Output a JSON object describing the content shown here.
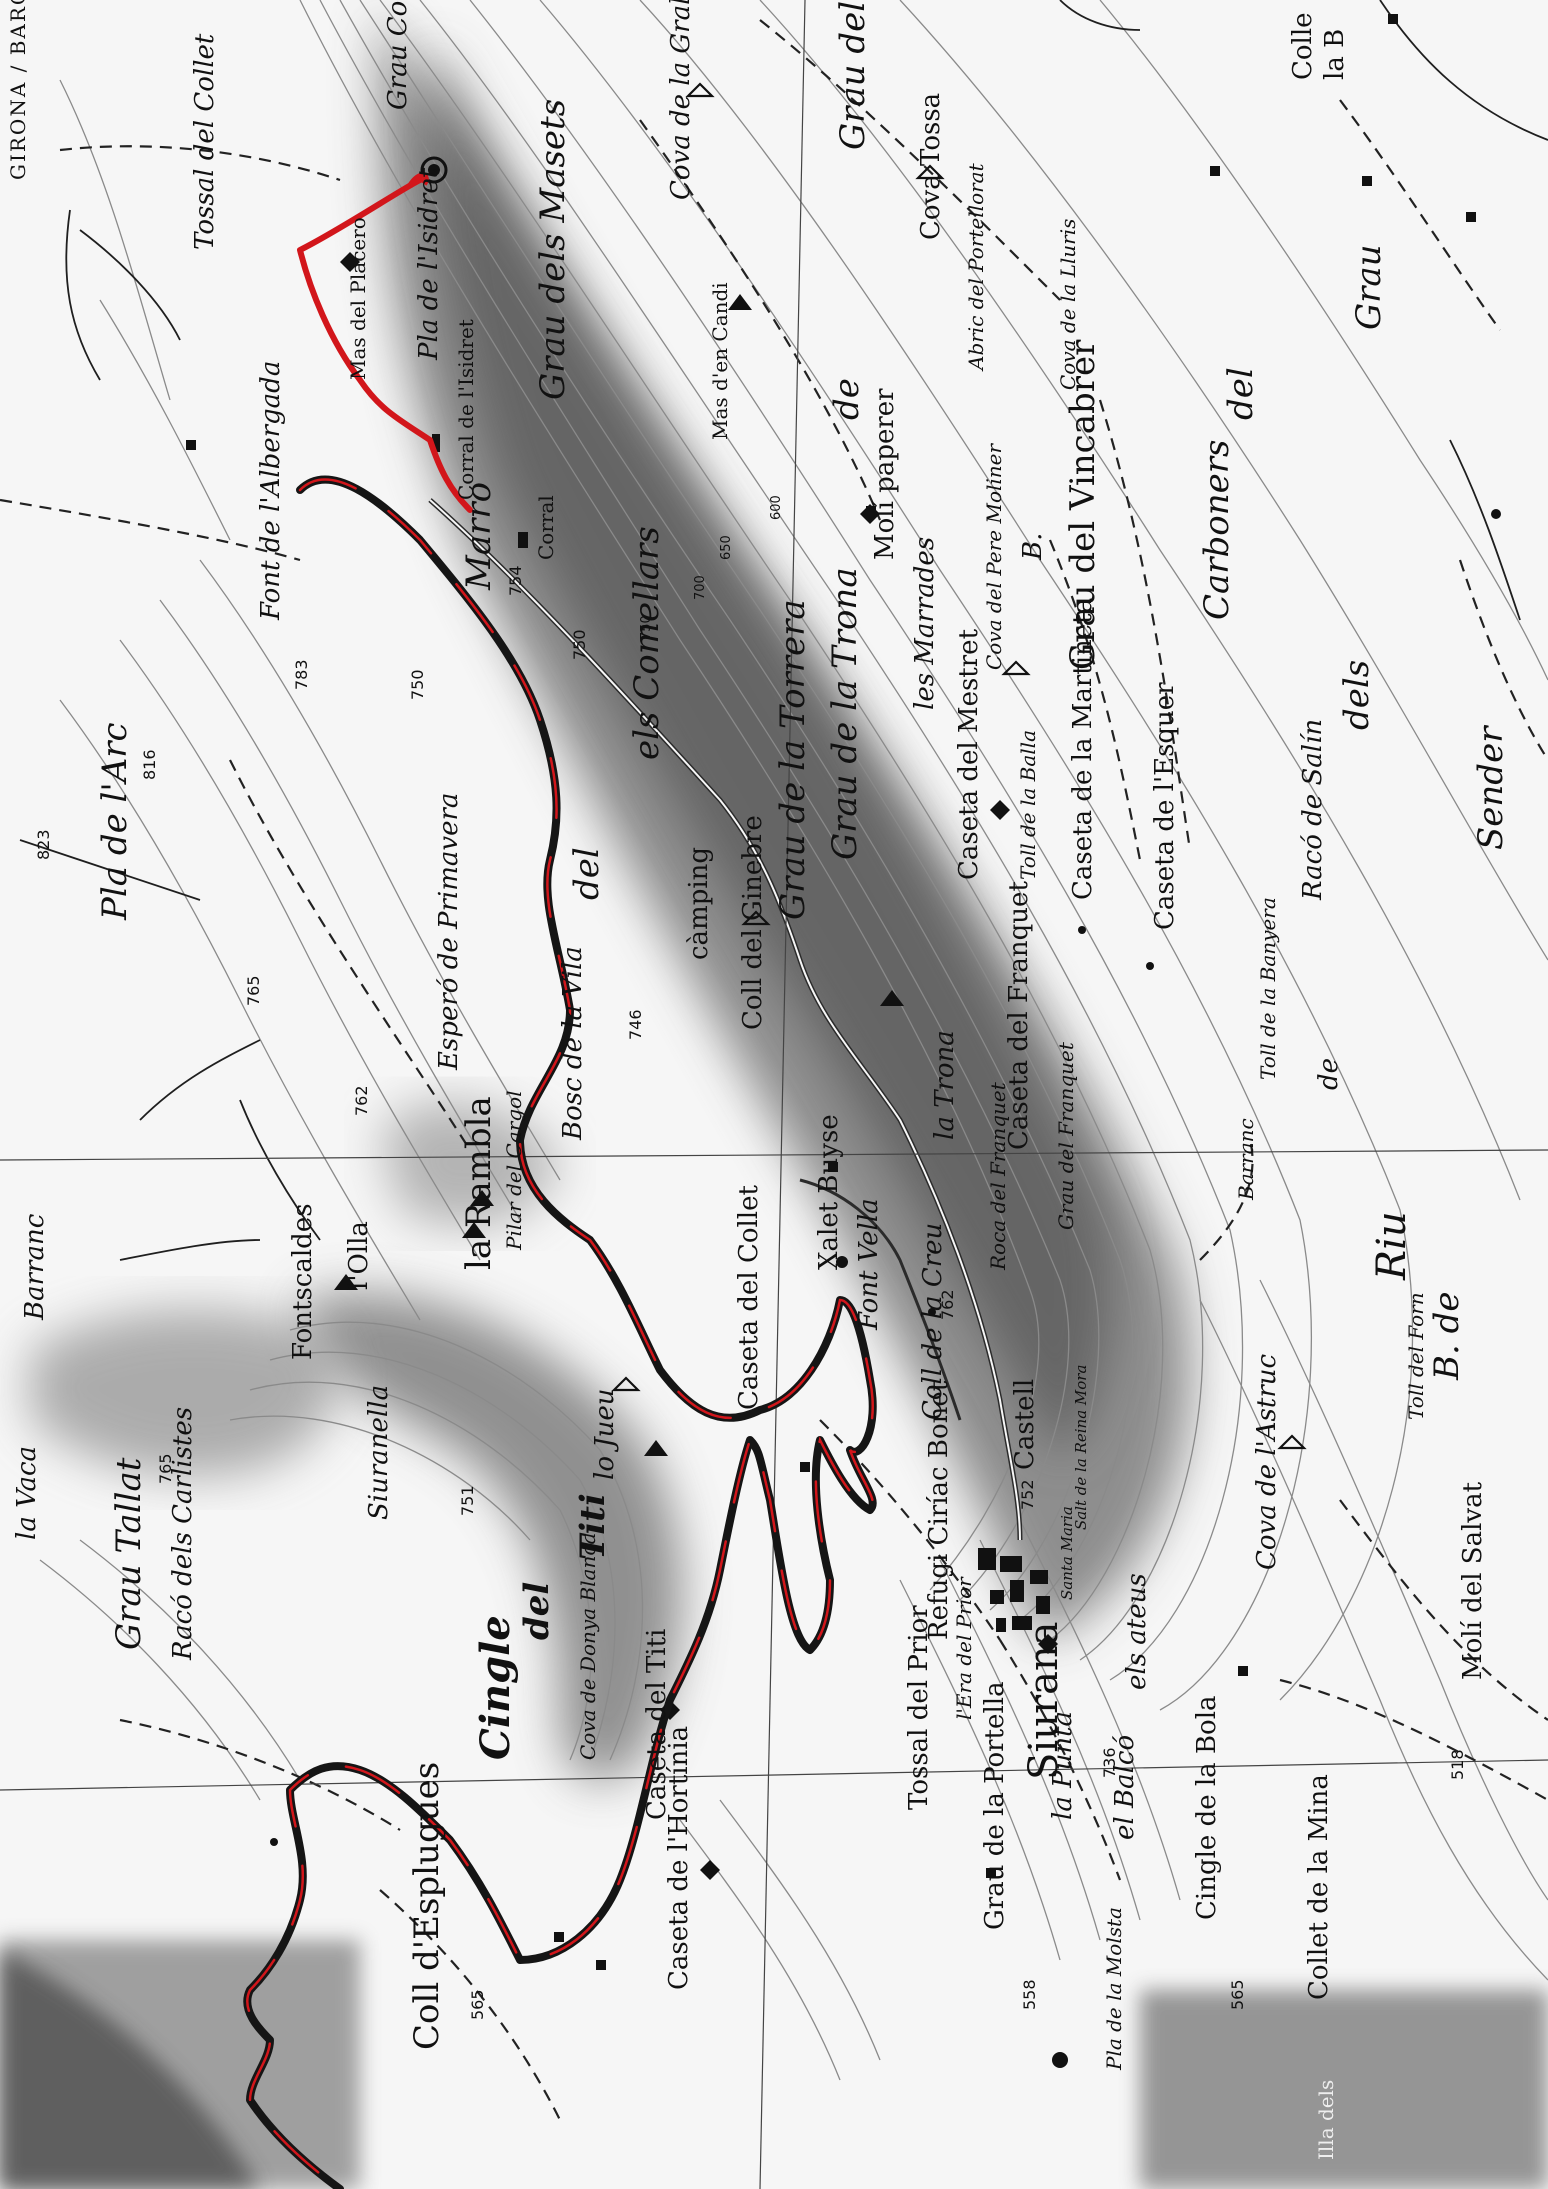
{
  "map": {
    "colors": {
      "route_red": "#d2161b",
      "route_black": "#151515",
      "contour": "#8a8a8a",
      "road": "#2b2b2b",
      "ridge_shade": "#6d6d6d"
    },
    "edge_text": "GIRONA / BARCELONA",
    "labels": {
      "tossal_collet": "Tossal del Collet",
      "grau_corral": "Grau Corral",
      "cova_gralla": "Cova de la Gralla",
      "grau_bodro": "Grau del Bodro",
      "colle": "Colle",
      "la_b": "la B",
      "mas_placero": "Mas del Placero",
      "pla_isidret": "Pla de l'Isidret",
      "grau_masets": "Grau dels Masets",
      "mas_candi": "Mas d'en Candi",
      "cova_tossa": "Cova Tossa",
      "abric_portellorat": "Abric del Portellorat",
      "cova_lluris": "Cova de la Lluris",
      "grau_right": "Grau",
      "de_right": "de",
      "del_right": "del",
      "corral_isidret": "Corral de l'Isidret",
      "corral": "Corral",
      "moli_paperer": "Molí paperer",
      "b_letter": "B.",
      "font_albergada": "Font de l'Albergada",
      "marro": "Marro",
      "els_comellars": "els Comellars",
      "les_marrades": "les Marrades",
      "cova_pere_moliner": "Cova del Pere Moliner",
      "grau_vincabrer": "Grau del Vincabrer",
      "carboners": "Carboners",
      "dels": "dels",
      "sender": "Sender",
      "pla_arc": "Pla de l'Arc",
      "grau_torrera": "Grau de la Torrera",
      "grau_trona": "Grau de la Trona",
      "caseta_mestret": "Caseta del Mestret",
      "toll_balla": "Toll de la Balla",
      "caseta_martineta": "Caseta de la Martineta",
      "caseta_esquer": "Caseta de l'Esquer",
      "raco_salin": "Racó de Salín",
      "camping": "càmping",
      "coll_ginebre": "Coll del Ginebre",
      "del_small": "del",
      "bosc_vila": "Bosc de la Vila",
      "espero_primavera": "Esperó de Primavera",
      "la_trona": "la Trona",
      "caseta_franquet": "Caseta del Franquet",
      "toll_banyera": "Toll de la Banyera",
      "de_small": "de",
      "barranc_right": "Barranc",
      "la_rambla": "la Rambla",
      "pilar_cargol": "Pilar del Cargol",
      "xalet_buyse": "Xalet Buyse",
      "font_vella": "Font Vella",
      "roca_franquet": "Roca del Franquet",
      "grau_franquet": "Grau del Franquet",
      "riu": "Riu",
      "b_de": "B. de",
      "fontscaldes": "Fontscaldes",
      "lolla": "l'Olla",
      "barranc_left": "Barranc",
      "caseta_collet": "Caseta del Collet",
      "coll_creu": "Coll de la Creu",
      "castell": "Castell",
      "toll_forn": "Toll del Forn",
      "la_vaca": "la Vaca",
      "siuranella": "Siuranella",
      "lo_jueu": "lo Jueu",
      "refugi": "Refugi Ciríac Bonet",
      "cova_astruc": "Cova de l'Astruc",
      "salt_reina_mora": "Salt de la Reina Mora",
      "santa_maria": "Santa Maria",
      "grau_tallat": "Grau Tallat",
      "raco_carlistes": "Racó dels Carlistes",
      "titi": "Titi",
      "cingle": "Cingle",
      "del_cingle": "del",
      "cova_donya_blanca": "Cova de Donya Blanca",
      "caseta_titi": "Caseta del Titi",
      "tossal_prior": "Tossal del Prior",
      "era_prior": "l'Era del Prior",
      "siurana": "Siurana",
      "els_ateus": "els ateus",
      "la_punta": "la Punta",
      "el_balco": "el Balcó",
      "moli_salvat": "Molí del Salvat",
      "caseta_hortinia": "Caseta de l'Hortínia",
      "grau_portella": "Grau de la Portella",
      "cingle_bola": "Cingle de la Bola",
      "collet_mina": "Collet de la Mina",
      "coll_esplugues": "Coll d'Esplugues",
      "pla_molsta": "Pla de la Molsta",
      "illa_dels": "Illa dels"
    },
    "spot_heights": {
      "h823": "823",
      "h816": "816",
      "h783": "783",
      "h750a": "750",
      "h754": "754",
      "h750b": "750",
      "h765a": "765",
      "h762a": "762",
      "h746": "746",
      "h762b": "762",
      "h765b": "765",
      "h751": "751",
      "h752": "752",
      "h736": "736",
      "h518": "518",
      "h565a": "565",
      "h558": "558",
      "h565b": "565"
    },
    "contour_labels": {
      "c600": "600",
      "c650": "650",
      "c700": "700",
      "c750": "750"
    }
  }
}
